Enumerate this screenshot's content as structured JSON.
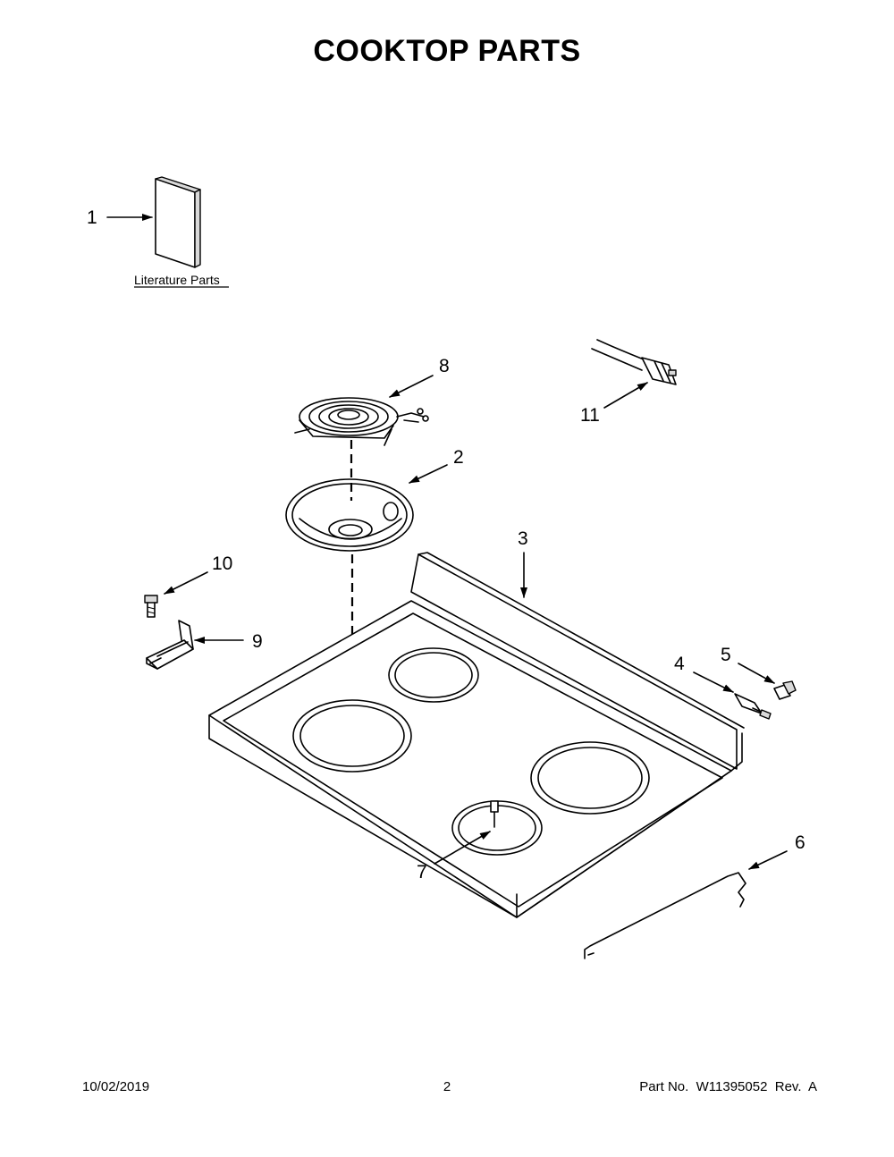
{
  "page": {
    "title": "COOKTOP PARTS"
  },
  "literature": {
    "label": "Literature Parts"
  },
  "callouts": [
    {
      "id": "1",
      "label": "1"
    },
    {
      "id": "2",
      "label": "2"
    },
    {
      "id": "3",
      "label": "3"
    },
    {
      "id": "4",
      "label": "4"
    },
    {
      "id": "5",
      "label": "5"
    },
    {
      "id": "6",
      "label": "6"
    },
    {
      "id": "7",
      "label": "7"
    },
    {
      "id": "8",
      "label": "8"
    },
    {
      "id": "9",
      "label": "9"
    },
    {
      "id": "10",
      "label": "10"
    },
    {
      "id": "11",
      "label": "11"
    }
  ],
  "footer": {
    "date": "10/02/2019",
    "page_number": "2",
    "part_number": "Part No.  W11395052  Rev.  A"
  }
}
